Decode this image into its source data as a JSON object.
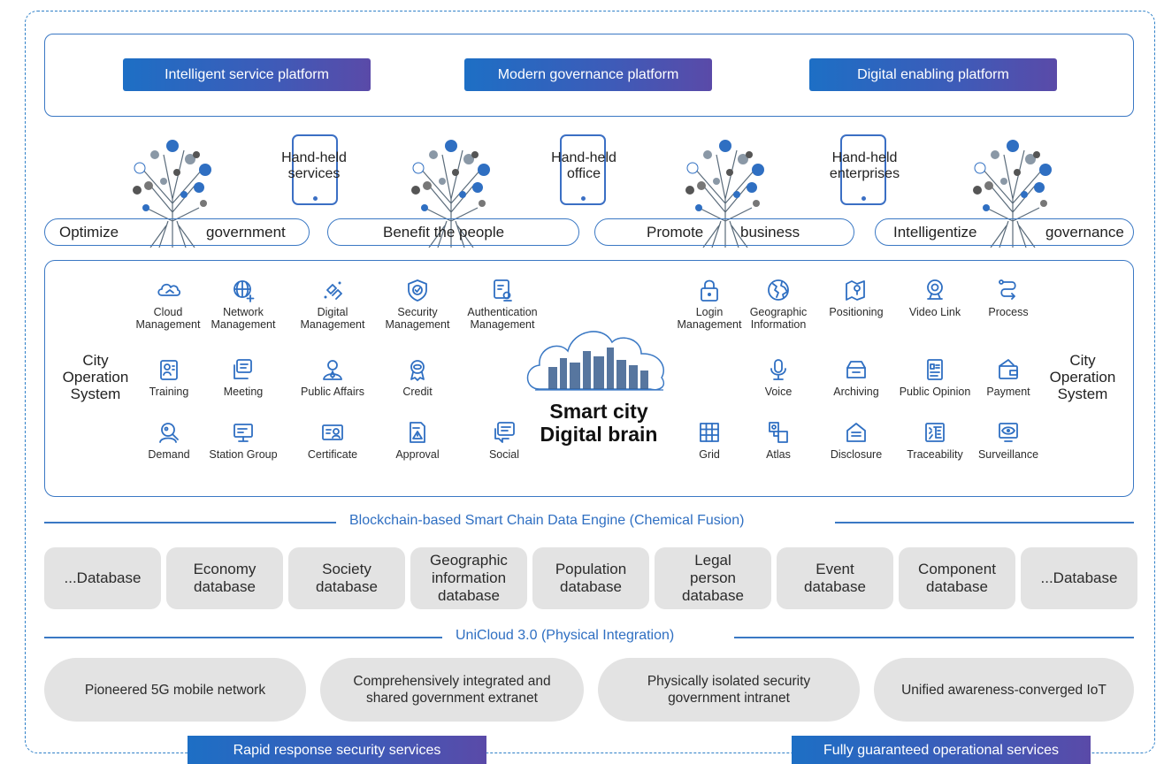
{
  "platforms": [
    "Intelligent service platform",
    "Modern governance platform",
    "Digital enabling platform"
  ],
  "handheld": [
    {
      "line1": "Hand-held",
      "line2": "services"
    },
    {
      "line1": "Hand-held",
      "line2": "office"
    },
    {
      "line1": "Hand-held",
      "line2": "enterprises"
    }
  ],
  "pills": [
    {
      "left": "Optimize",
      "right": "government"
    },
    {
      "left": "Benefit the people",
      "right": ""
    },
    {
      "left": "Promote",
      "right": "business"
    },
    {
      "left": "Intelligentize",
      "right": "governance"
    }
  ],
  "side_label": {
    "line1": "City",
    "line2": "Operation",
    "line3": "System"
  },
  "brain": {
    "line1": "Smart city",
    "line2": "Digital brain"
  },
  "left_icons": [
    {
      "label": "Cloud\nManagement",
      "icon": "cloud-icon"
    },
    {
      "label": "Network\nManagement",
      "icon": "network-icon"
    },
    {
      "label": "Digital\nManagement",
      "icon": "digital-icon"
    },
    {
      "label": "Security\nManagement",
      "icon": "shield-icon"
    },
    {
      "label": "Authentication\nManagement",
      "icon": "auth-icon"
    },
    {
      "label": "Training",
      "icon": "training-icon"
    },
    {
      "label": "Meeting",
      "icon": "meeting-icon"
    },
    {
      "label": "Public Affairs",
      "icon": "person-icon"
    },
    {
      "label": "Credit",
      "icon": "badge-icon"
    },
    {
      "label": "Demand",
      "icon": "demand-icon"
    },
    {
      "label": "Station Group",
      "icon": "monitor-icon"
    },
    {
      "label": "Certificate",
      "icon": "certificate-icon"
    },
    {
      "label": "Approval",
      "icon": "approval-icon"
    },
    {
      "label": "Social",
      "icon": "chat-icon"
    }
  ],
  "right_icons": [
    {
      "label": "Login\nManagement",
      "icon": "lock-icon"
    },
    {
      "label": "Geographic\nInformation",
      "icon": "globe-icon"
    },
    {
      "label": "Positioning",
      "icon": "map-pin-icon"
    },
    {
      "label": "Video Link",
      "icon": "webcam-icon"
    },
    {
      "label": "Process",
      "icon": "process-icon"
    },
    {
      "label": "Voice",
      "icon": "microphone-icon"
    },
    {
      "label": "Archiving",
      "icon": "archive-icon"
    },
    {
      "label": "Public Opinion",
      "icon": "document-icon"
    },
    {
      "label": "Payment",
      "icon": "wallet-icon"
    },
    {
      "label": "Grid",
      "icon": "grid-icon"
    },
    {
      "label": "Atlas",
      "icon": "atlas-icon"
    },
    {
      "label": "Disclosure",
      "icon": "disclosure-icon"
    },
    {
      "label": "Traceability",
      "icon": "traceability-icon"
    },
    {
      "label": "Surveillance",
      "icon": "eye-icon"
    }
  ],
  "data_engine_title": "Blockchain-based Smart Chain Data Engine (Chemical Fusion)",
  "databases": [
    "...Database",
    "Economy\ndatabase",
    "Society\ndatabase",
    "Geographic\ninformation\ndatabase",
    "Population\ndatabase",
    "Legal\nperson\ndatabase",
    "Event\ndatabase",
    "Component\ndatabase",
    "...Database"
  ],
  "unicloud_title": "UniCloud 3.0 (Physical Integration)",
  "networks": [
    "Pioneered 5G mobile network",
    "Comprehensively integrated and\nshared government extranet",
    "Physically isolated security\ngovernment intranet",
    "Unified awareness-converged IoT"
  ],
  "footer": [
    "Rapid response security services",
    "Fully guaranteed operational services"
  ],
  "colors": {
    "accent_blue": "#1d6fc5",
    "accent_purple": "#5a4aa8",
    "frame_blue": "#3a78c4",
    "box_gray": "#e3e3e3"
  }
}
